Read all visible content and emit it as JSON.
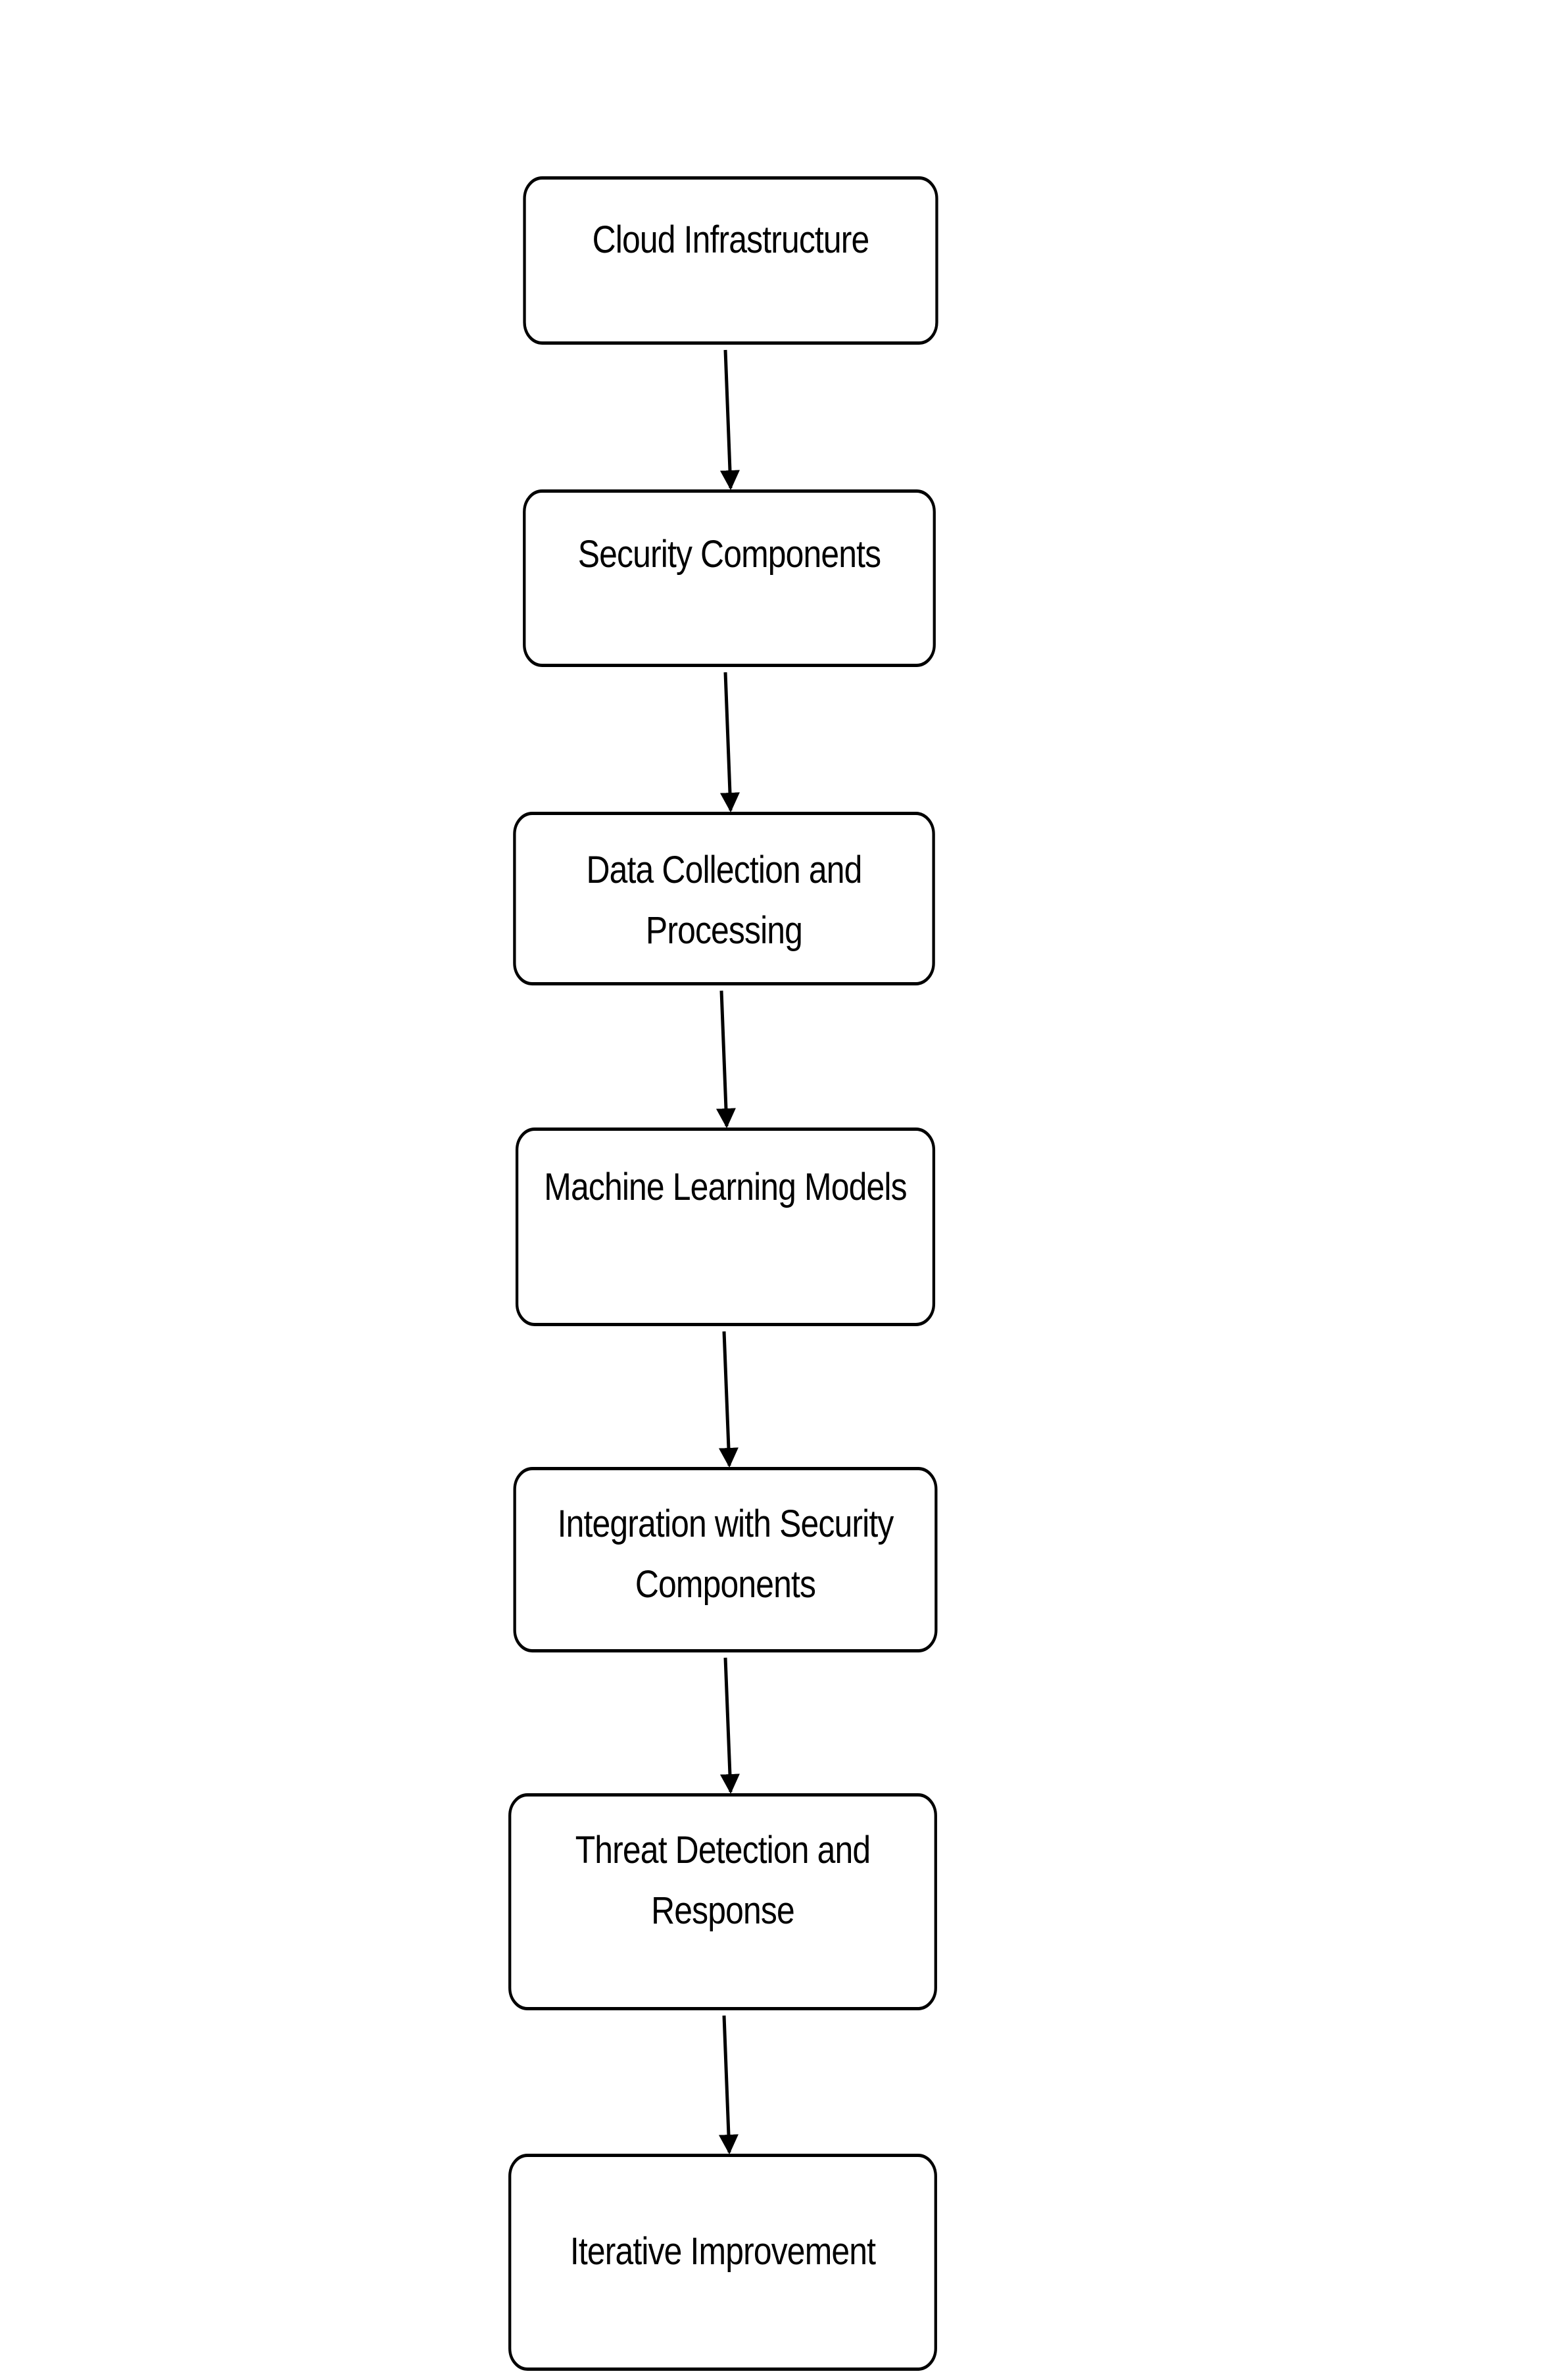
{
  "diagram": {
    "nodes": [
      {
        "id": "cloud-infrastructure",
        "label": "Cloud Infrastructure"
      },
      {
        "id": "security-components",
        "label": "Security Components"
      },
      {
        "id": "data-collection-and-processing",
        "label": "Data Collection and\nProcessing"
      },
      {
        "id": "machine-learning-models",
        "label": "Machine Learning Models"
      },
      {
        "id": "integration-with-security-components",
        "label": "Integration with Security\nComponents"
      },
      {
        "id": "threat-detection-and-response",
        "label": "Threat Detection and\nResponse"
      },
      {
        "id": "iterative-improvement",
        "label": "Iterative Improvement"
      }
    ],
    "edges": [
      {
        "from": "cloud-infrastructure",
        "to": "security-components"
      },
      {
        "from": "security-components",
        "to": "data-collection-and-processing"
      },
      {
        "from": "data-collection-and-processing",
        "to": "machine-learning-models"
      },
      {
        "from": "machine-learning-models",
        "to": "integration-with-security-components"
      },
      {
        "from": "integration-with-security-components",
        "to": "threat-detection-and-response"
      },
      {
        "from": "threat-detection-and-response",
        "to": "iterative-improvement"
      }
    ],
    "colors": {
      "stroke": "#000000",
      "fill": "#ffffff",
      "text": "#000000"
    }
  }
}
